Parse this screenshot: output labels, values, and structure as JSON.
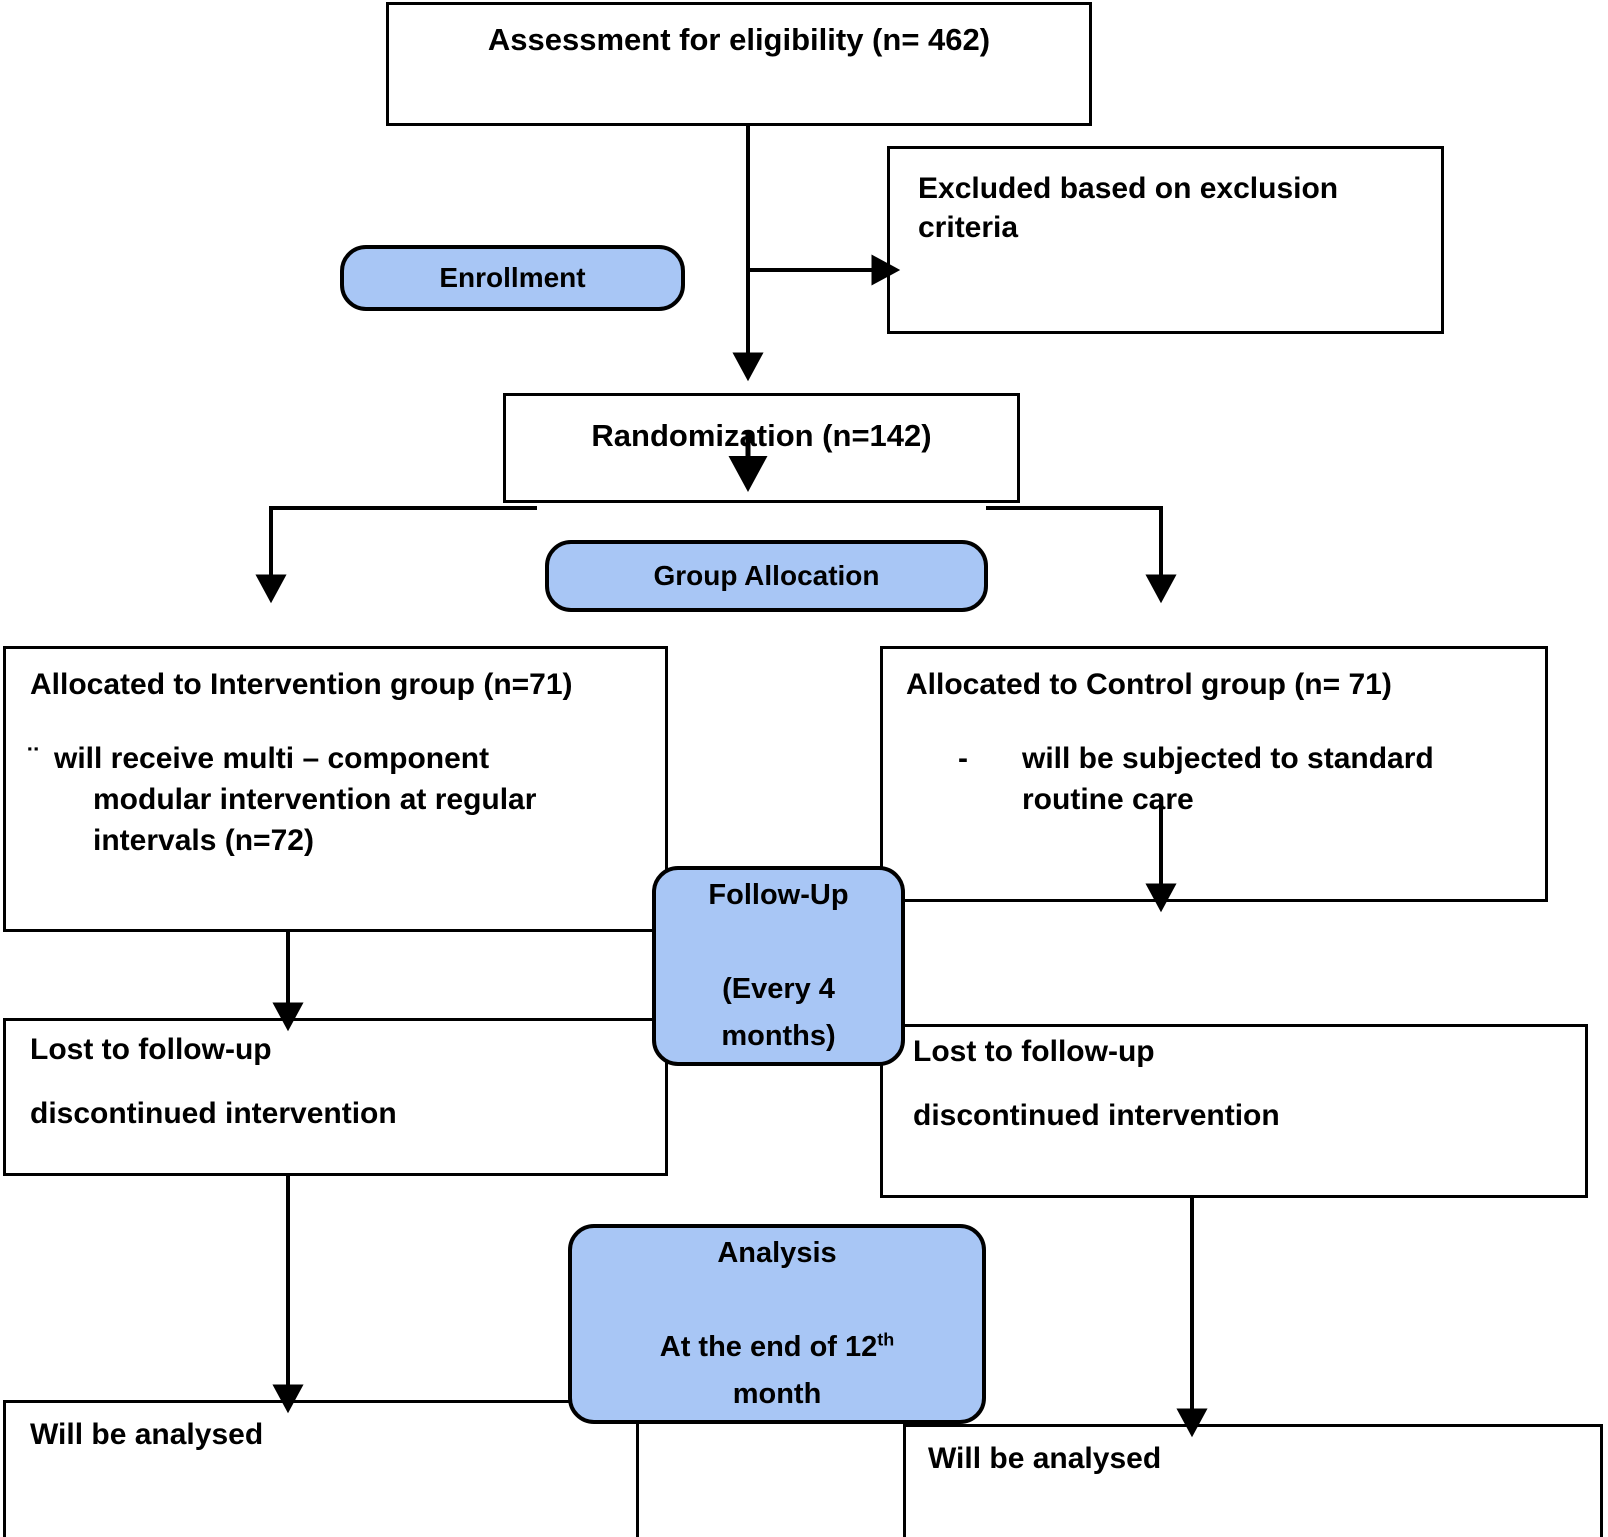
{
  "diagram": {
    "type": "consort-flow-diagram",
    "accent_color": "#a8c6f5",
    "line_color": "#000000",
    "background": "#ffffff"
  },
  "boxes": {
    "eligibility": {
      "text": "Assessment for eligibility (n= 462)"
    },
    "excluded": {
      "line1": "Excluded based on exclusion",
      "line2": "criteria"
    },
    "randomization": {
      "text": "Randomization (n=142)"
    },
    "intervention_allocation": {
      "heading": "Allocated to Intervention group (n=71)",
      "bullet_marker": "¨",
      "bullet_line1": "will receive multi – component",
      "bullet_line2": "modular intervention at regular",
      "bullet_line3": "intervals (n=72)"
    },
    "control_allocation": {
      "heading": "Allocated to Control group (n= 71)",
      "bullet_marker": "-",
      "bullet_line1": "will be subjected to standard",
      "bullet_line2": "routine care"
    },
    "lost_left": {
      "line1": "Lost to follow-up",
      "line2": "discontinued intervention"
    },
    "lost_right": {
      "line1": "Lost to follow-up",
      "line2": "discontinued intervention"
    },
    "analysed_left": {
      "text": "Will be analysed"
    },
    "analysed_right": {
      "text": "Will be analysed"
    }
  },
  "stage_labels": {
    "enrollment": {
      "text": "Enrollment"
    },
    "group_allocation": {
      "text": "Group Allocation"
    },
    "follow_up": {
      "line1": "Follow-Up",
      "line2": "(Every 4",
      "line3": "months)"
    },
    "analysis": {
      "line1": "Analysis",
      "line2_pre": "At the end of 12",
      "line2_sup": "th",
      "line3": "month"
    }
  }
}
